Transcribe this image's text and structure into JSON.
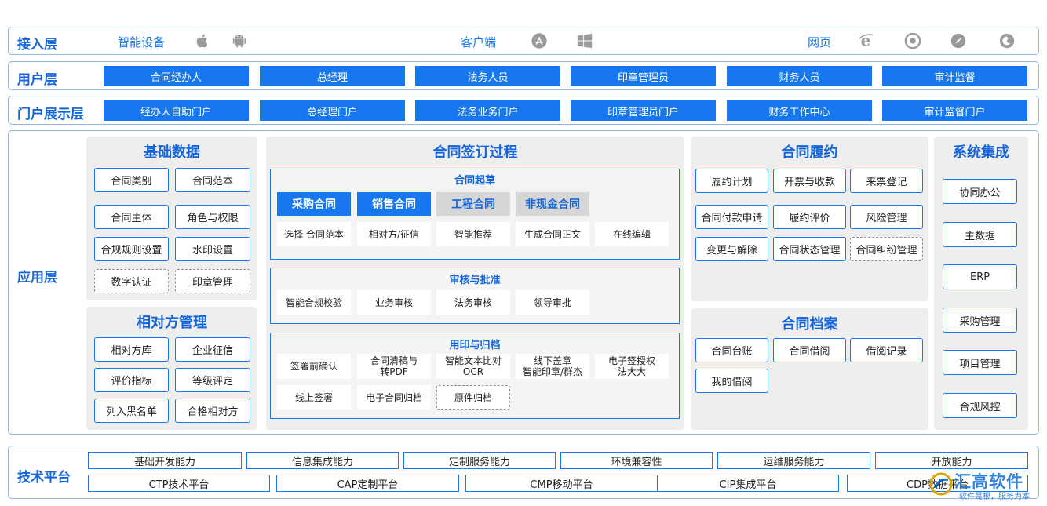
{
  "colors": {
    "accent": "#1677ee",
    "title": "#1565d8",
    "panel": "#eeeeee",
    "border": "#8fb7ea"
  },
  "access": {
    "title": "接入层",
    "smart_devices": "智能设备",
    "client": "客户端",
    "web": "网页",
    "icons": [
      "apple-icon",
      "android-icon",
      "app-store-icon",
      "windows-icon",
      "ie-icon",
      "chrome-icon",
      "safari-icon",
      "firefox-icon"
    ]
  },
  "users": {
    "title": "用户层",
    "items": [
      "合同经办人",
      "总经理",
      "法务人员",
      "印章管理员",
      "财务人员",
      "审计监督"
    ]
  },
  "portal": {
    "title": "门户展示层",
    "items": [
      "经办人自助门户",
      "总经理门户",
      "法务业务门户",
      "印章管理员门户",
      "财务工作中心",
      "审计监督门户"
    ]
  },
  "app": {
    "title": "应用层",
    "base_data": {
      "title": "基础数据",
      "items": [
        "合同类别",
        "合同范本",
        "合同主体",
        "角色与权限",
        "合规规则设置",
        "水印设置"
      ],
      "dashed": [
        "数字认证",
        "印章管理"
      ]
    },
    "counterparty": {
      "title": "相对方管理",
      "items": [
        "相对方库",
        "企业征信",
        "评价指标",
        "等级评定",
        "列入黑名单",
        "合格相对方"
      ]
    },
    "signing": {
      "title": "合同签订过程",
      "draft": {
        "title": "合同起草",
        "types_active": [
          "采购合同",
          "销售合同"
        ],
        "types_inactive": [
          "工程合同",
          "非现金合同"
        ],
        "steps": [
          "选择 合同范本",
          "相对方/征信",
          "智能推荐",
          "生成合同正文",
          "在线编辑"
        ]
      },
      "review": {
        "title": "审核与批准",
        "steps": [
          "智能合规校验",
          "业务审核",
          "法务审核",
          "领导审批"
        ]
      },
      "seal": {
        "title": "用印与归档",
        "row1": [
          [
            "签署前确认"
          ],
          [
            "合同清稿与",
            "转PDF"
          ],
          [
            "智能文本比对",
            "OCR"
          ],
          [
            "线下盖章",
            "智能印章/群杰"
          ],
          [
            "电子签授权",
            "法大大"
          ]
        ],
        "row2": [
          "线上签署",
          "电子合同归档"
        ],
        "dashed": "原件归档"
      }
    },
    "fulfillment": {
      "title": "合同履约",
      "items": [
        "履约计划",
        "开票与收款",
        "来票登记",
        "合同付款申请",
        "履约评价",
        "风险管理",
        "变更与解除",
        "合同状态管理"
      ],
      "dashed": "合同纠纷管理"
    },
    "archive": {
      "title": "合同档案",
      "items": [
        "合同台账",
        "合同借阅",
        "借阅记录",
        "我的借阅"
      ]
    },
    "integration": {
      "title": "系统集成",
      "items": [
        "协同办公",
        "主数据",
        "ERP",
        "采购管理",
        "项目管理",
        "合规风控"
      ]
    }
  },
  "tech": {
    "title": "技术平台",
    "row1": [
      "基础开发能力",
      "信息集成能力",
      "定制服务能力",
      "环境兼容性",
      "运维服务能力",
      "开放能力"
    ],
    "row2": [
      "CTP技术平台",
      "CAP定制平台",
      "CMP移动平台",
      "CIP集成平台",
      "CDP数据平台"
    ]
  },
  "watermark": {
    "name": "汇高软件",
    "slogan": "软件是根，服务为本"
  }
}
